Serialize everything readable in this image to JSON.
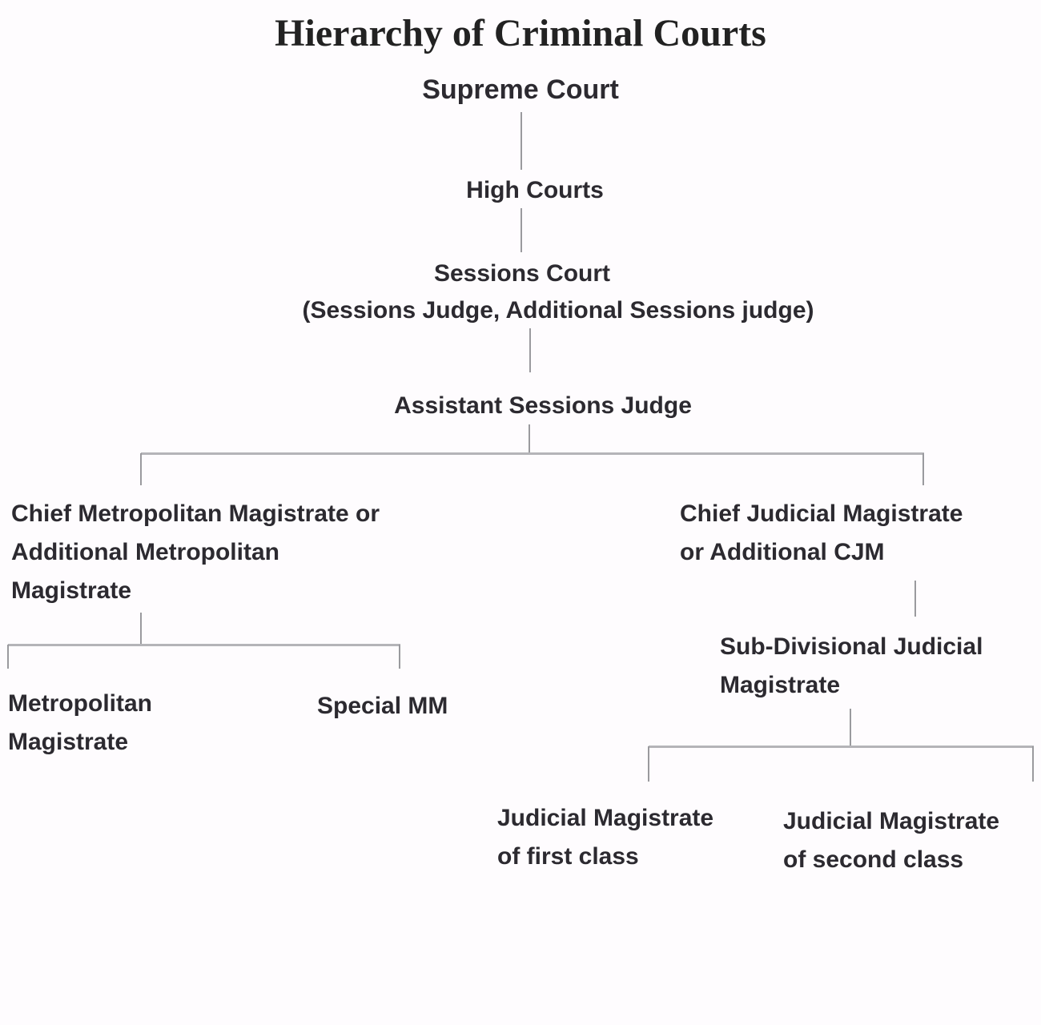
{
  "title": "Hierarchy of Criminal Courts",
  "nodes": {
    "supreme_court": "Supreme Court",
    "high_courts": "High Courts",
    "sessions_court": "Sessions Court",
    "sessions_court_detail": "(Sessions Judge, Additional Sessions judge)",
    "assistant_sessions_judge": "Assistant Sessions Judge",
    "cmm": [
      "Chief Metropolitan Magistrate or",
      "Additional Metropolitan",
      "Magistrate"
    ],
    "cjm": [
      "Chief Judicial Magistrate",
      "or Additional CJM"
    ],
    "metropolitan_magistrate": [
      "Metropolitan",
      "Magistrate"
    ],
    "special_mm": "Special MM",
    "sdjm": [
      "Sub-Divisional Judicial",
      "Magistrate"
    ],
    "jm_first": [
      "Judicial Magistrate",
      "of first class"
    ],
    "jm_second": [
      "Judicial Magistrate",
      "of second class"
    ]
  }
}
